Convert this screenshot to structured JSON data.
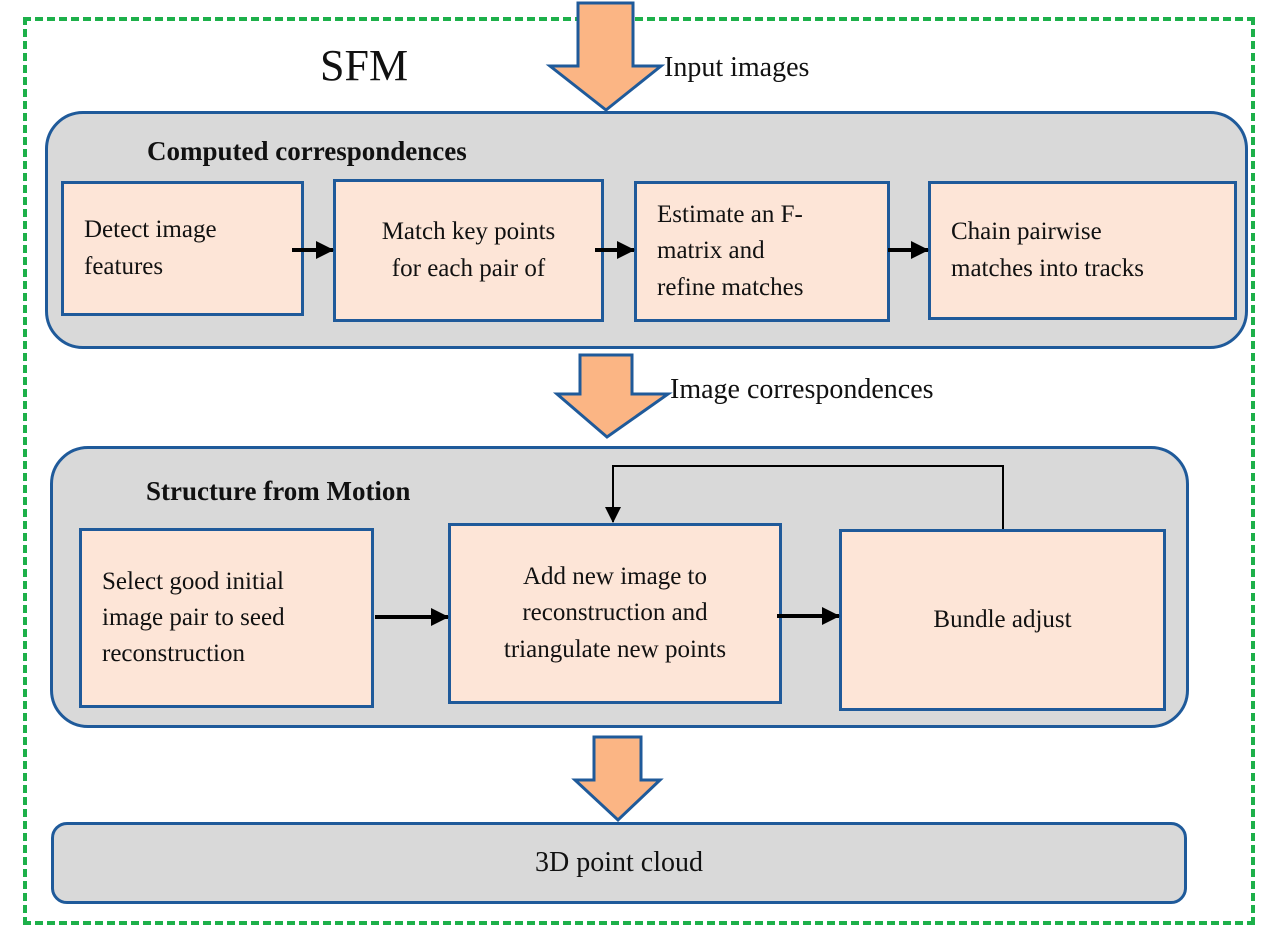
{
  "title": "SFM",
  "arrows": {
    "input_label": "Input images",
    "correspondences_label": "Image correspondences"
  },
  "panels": {
    "computed": {
      "title": "Computed correspondences",
      "steps": [
        "Detect image\nfeatures",
        "Match key points\nfor each pair of",
        "Estimate an F-\nmatrix and\nrefine matches",
        "Chain pairwise\nmatches into tracks"
      ]
    },
    "sfm": {
      "title": "Structure from Motion",
      "steps": [
        "Select good initial\nimage pair to seed\nreconstruction",
        "Add new image to\nreconstruction and\ntriangulate new points",
        "Bundle adjust"
      ]
    }
  },
  "output": {
    "label": "3D point cloud"
  },
  "colors": {
    "frame_dash": "#1db04a",
    "panel_fill": "#d9d9d9",
    "border_blue": "#1f5a9a",
    "step_fill": "#fde5d7",
    "block_arrow_fill": "#fbb584"
  }
}
